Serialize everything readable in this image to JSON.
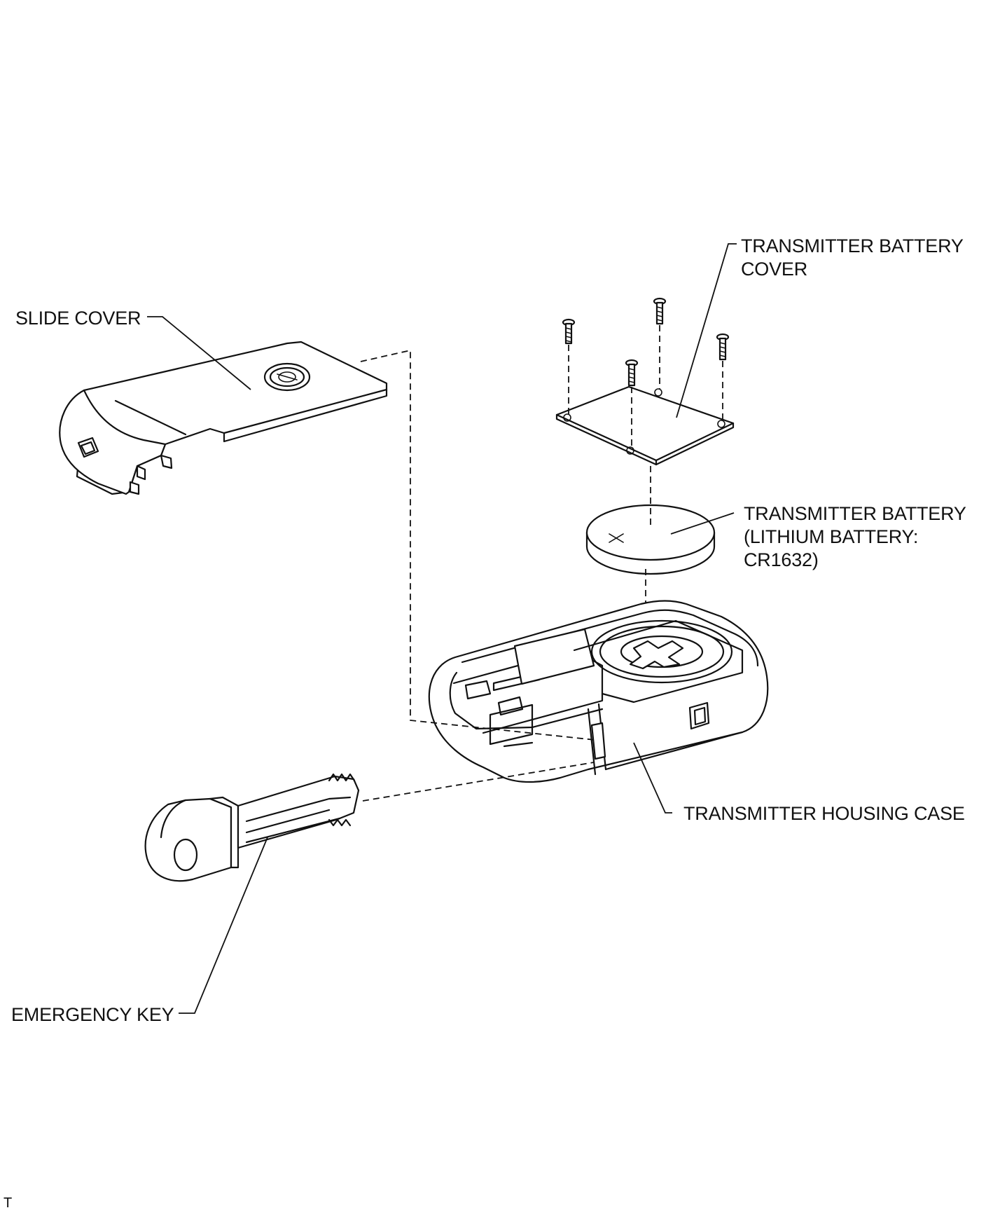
{
  "labels": {
    "slide_cover": "SLIDE COVER",
    "battery_cover_line1": "TRANSMITTER BATTERY",
    "battery_cover_line2": "COVER",
    "battery_line1": "TRANSMITTER BATTERY",
    "battery_line2": "(LITHIUM BATTERY:",
    "battery_line3": "CR1632)",
    "housing_case": "TRANSMITTER HOUSING CASE",
    "emergency_key": "EMERGENCY KEY"
  },
  "corner_mark": "T",
  "colors": {
    "ink": "#111111",
    "paper": "#ffffff"
  },
  "icons": [
    "toyota-logo-emblem",
    "battery-plus-symbol"
  ]
}
